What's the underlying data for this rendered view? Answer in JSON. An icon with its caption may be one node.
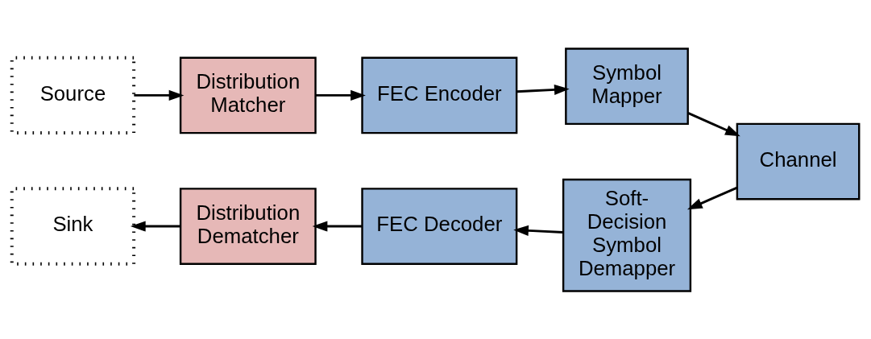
{
  "diagram": {
    "nodes": [
      {
        "text": [
          "Source"
        ]
      },
      {
        "text": [
          "Distribution Matcher"
        ]
      },
      {
        "text": [
          "FEC Encoder"
        ]
      },
      {
        "text": [
          "Symbol Mapper"
        ]
      },
      {
        "text": [
          "Channel"
        ]
      },
      {
        "text": [
          "Soft-Decision Symbol Demapper"
        ]
      },
      {
        "text": [
          "FEC Decoder"
        ]
      },
      {
        "text": [
          "Distribution Dematcher"
        ]
      },
      {
        "text": [
          "Sink"
        ]
      }
    ],
    "edges": [
      {
        "from": 0,
        "to": 1,
        "arrow": "to"
      },
      {
        "from": 1,
        "to": 2,
        "arrow": "to"
      },
      {
        "from": 2,
        "to": 3,
        "arrow": "to"
      },
      {
        "from": 3,
        "to": 4,
        "arrow": "to"
      },
      {
        "from": 4,
        "to": 5,
        "arrow": "to"
      },
      {
        "from": 5,
        "to": 6,
        "arrow": "to"
      },
      {
        "from": 6,
        "to": 7,
        "arrow": "to"
      },
      {
        "from": 7,
        "to": 8,
        "arrow": "to"
      }
    ]
  }
}
